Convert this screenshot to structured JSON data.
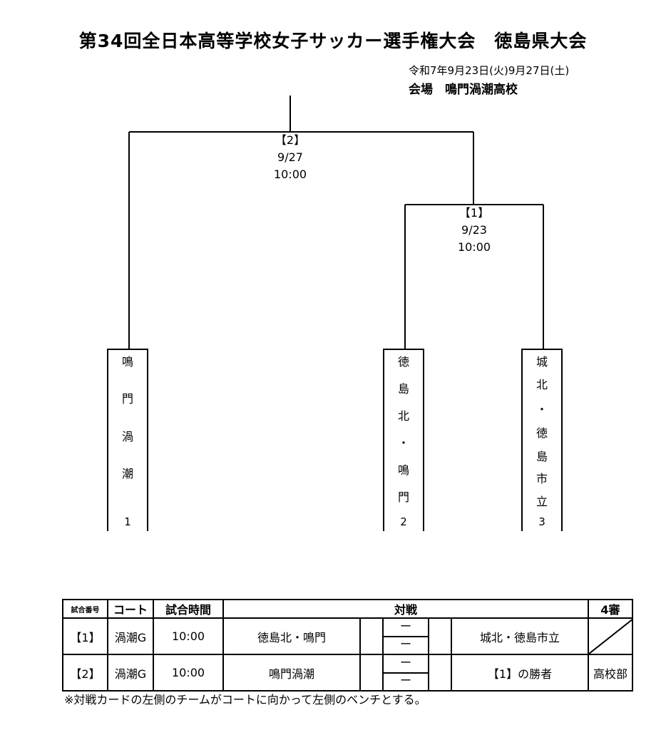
{
  "header": {
    "title": "第34回全日本高等学校女子サッカー選手権大会　徳島県大会",
    "date_line": "令和7年9月23日(火)9月27日(土)",
    "venue_line": "会場　鳴門渦潮高校"
  },
  "matches": [
    {
      "label": "【2】",
      "date": "9/27",
      "time": "10:00"
    },
    {
      "label": "【1】",
      "date": "9/23",
      "time": "10:00"
    }
  ],
  "teams": [
    {
      "chars": [
        "鳴",
        "門",
        "渦",
        "潮"
      ],
      "number": "1"
    },
    {
      "chars": [
        "徳",
        "島",
        "北",
        "・",
        "鳴",
        "門"
      ],
      "number": "2"
    },
    {
      "chars": [
        "城",
        "北",
        "・",
        "徳",
        "島",
        "市",
        "立"
      ],
      "number": "3"
    }
  ],
  "schedule": {
    "headers": {
      "match_no": "試合番号",
      "court": "コート",
      "time": "試合時間",
      "match": "対戦",
      "referee": "4審"
    },
    "rows": [
      {
        "no": "【1】",
        "court": "渦潮G",
        "time": "10:00",
        "home": "徳島北・鳴門",
        "score_top": "ー",
        "score_bottom": "ー",
        "away": "城北・徳島市立",
        "referee": ""
      },
      {
        "no": "【2】",
        "court": "渦潮G",
        "time": "10:00",
        "home": "鳴門渦潮",
        "score_top": "ー",
        "score_bottom": "ー",
        "away": "【1】の勝者",
        "referee": "高校部"
      }
    ]
  },
  "footnote": "※対戦カードの左側のチームがコートに向かって左側のベンチとする。"
}
